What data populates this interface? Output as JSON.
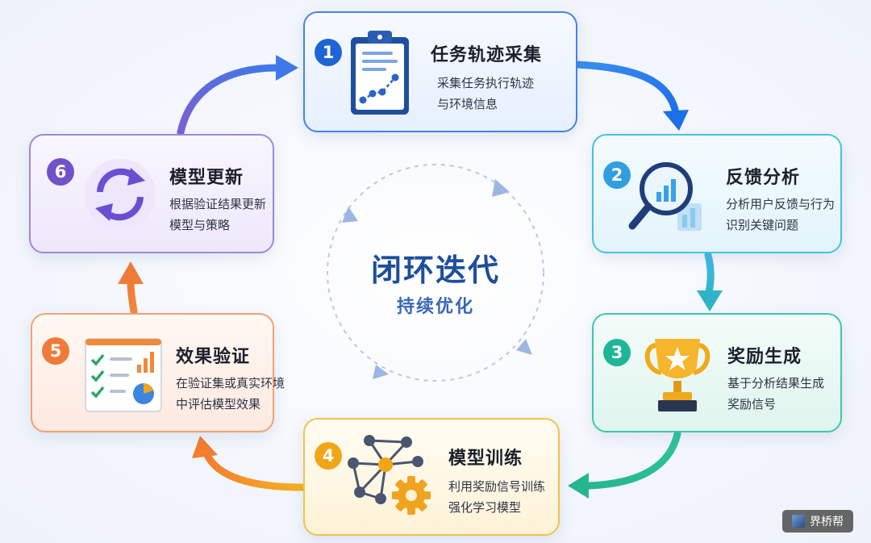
{
  "center": {
    "title": "闭环迭代",
    "subtitle": "持续优化"
  },
  "steps": [
    {
      "number": "1",
      "title": "任务轨迹采集",
      "desc": [
        "采集任务执行轨迹",
        "与环境信息"
      ],
      "color": "#1f64d6",
      "icon": "clipboard-chart-icon"
    },
    {
      "number": "2",
      "title": "反馈分析",
      "desc": [
        "分析用户反馈与行为",
        "识别关键问题"
      ],
      "color": "#2f9fe0",
      "icon": "magnifier-chart-icon"
    },
    {
      "number": "3",
      "title": "奖励生成",
      "desc": [
        "基于分析结果生成",
        "奖励信号"
      ],
      "color": "#1fb597",
      "icon": "trophy-icon"
    },
    {
      "number": "4",
      "title": "模型训练",
      "desc": [
        "利用奖励信号训练",
        "强化学习模型"
      ],
      "color": "#f2a516",
      "icon": "network-gear-icon"
    },
    {
      "number": "5",
      "title": "效果验证",
      "desc": [
        "在验证集或真实环境",
        "中评估模型效果"
      ],
      "color": "#f07a37",
      "icon": "checklist-report-icon"
    },
    {
      "number": "6",
      "title": "模型更新",
      "desc": [
        "根据验证结果更新",
        "模型与策略"
      ],
      "color": "#7252c8",
      "icon": "refresh-cycle-icon"
    }
  ],
  "watermark": {
    "text": "界桥帮"
  }
}
